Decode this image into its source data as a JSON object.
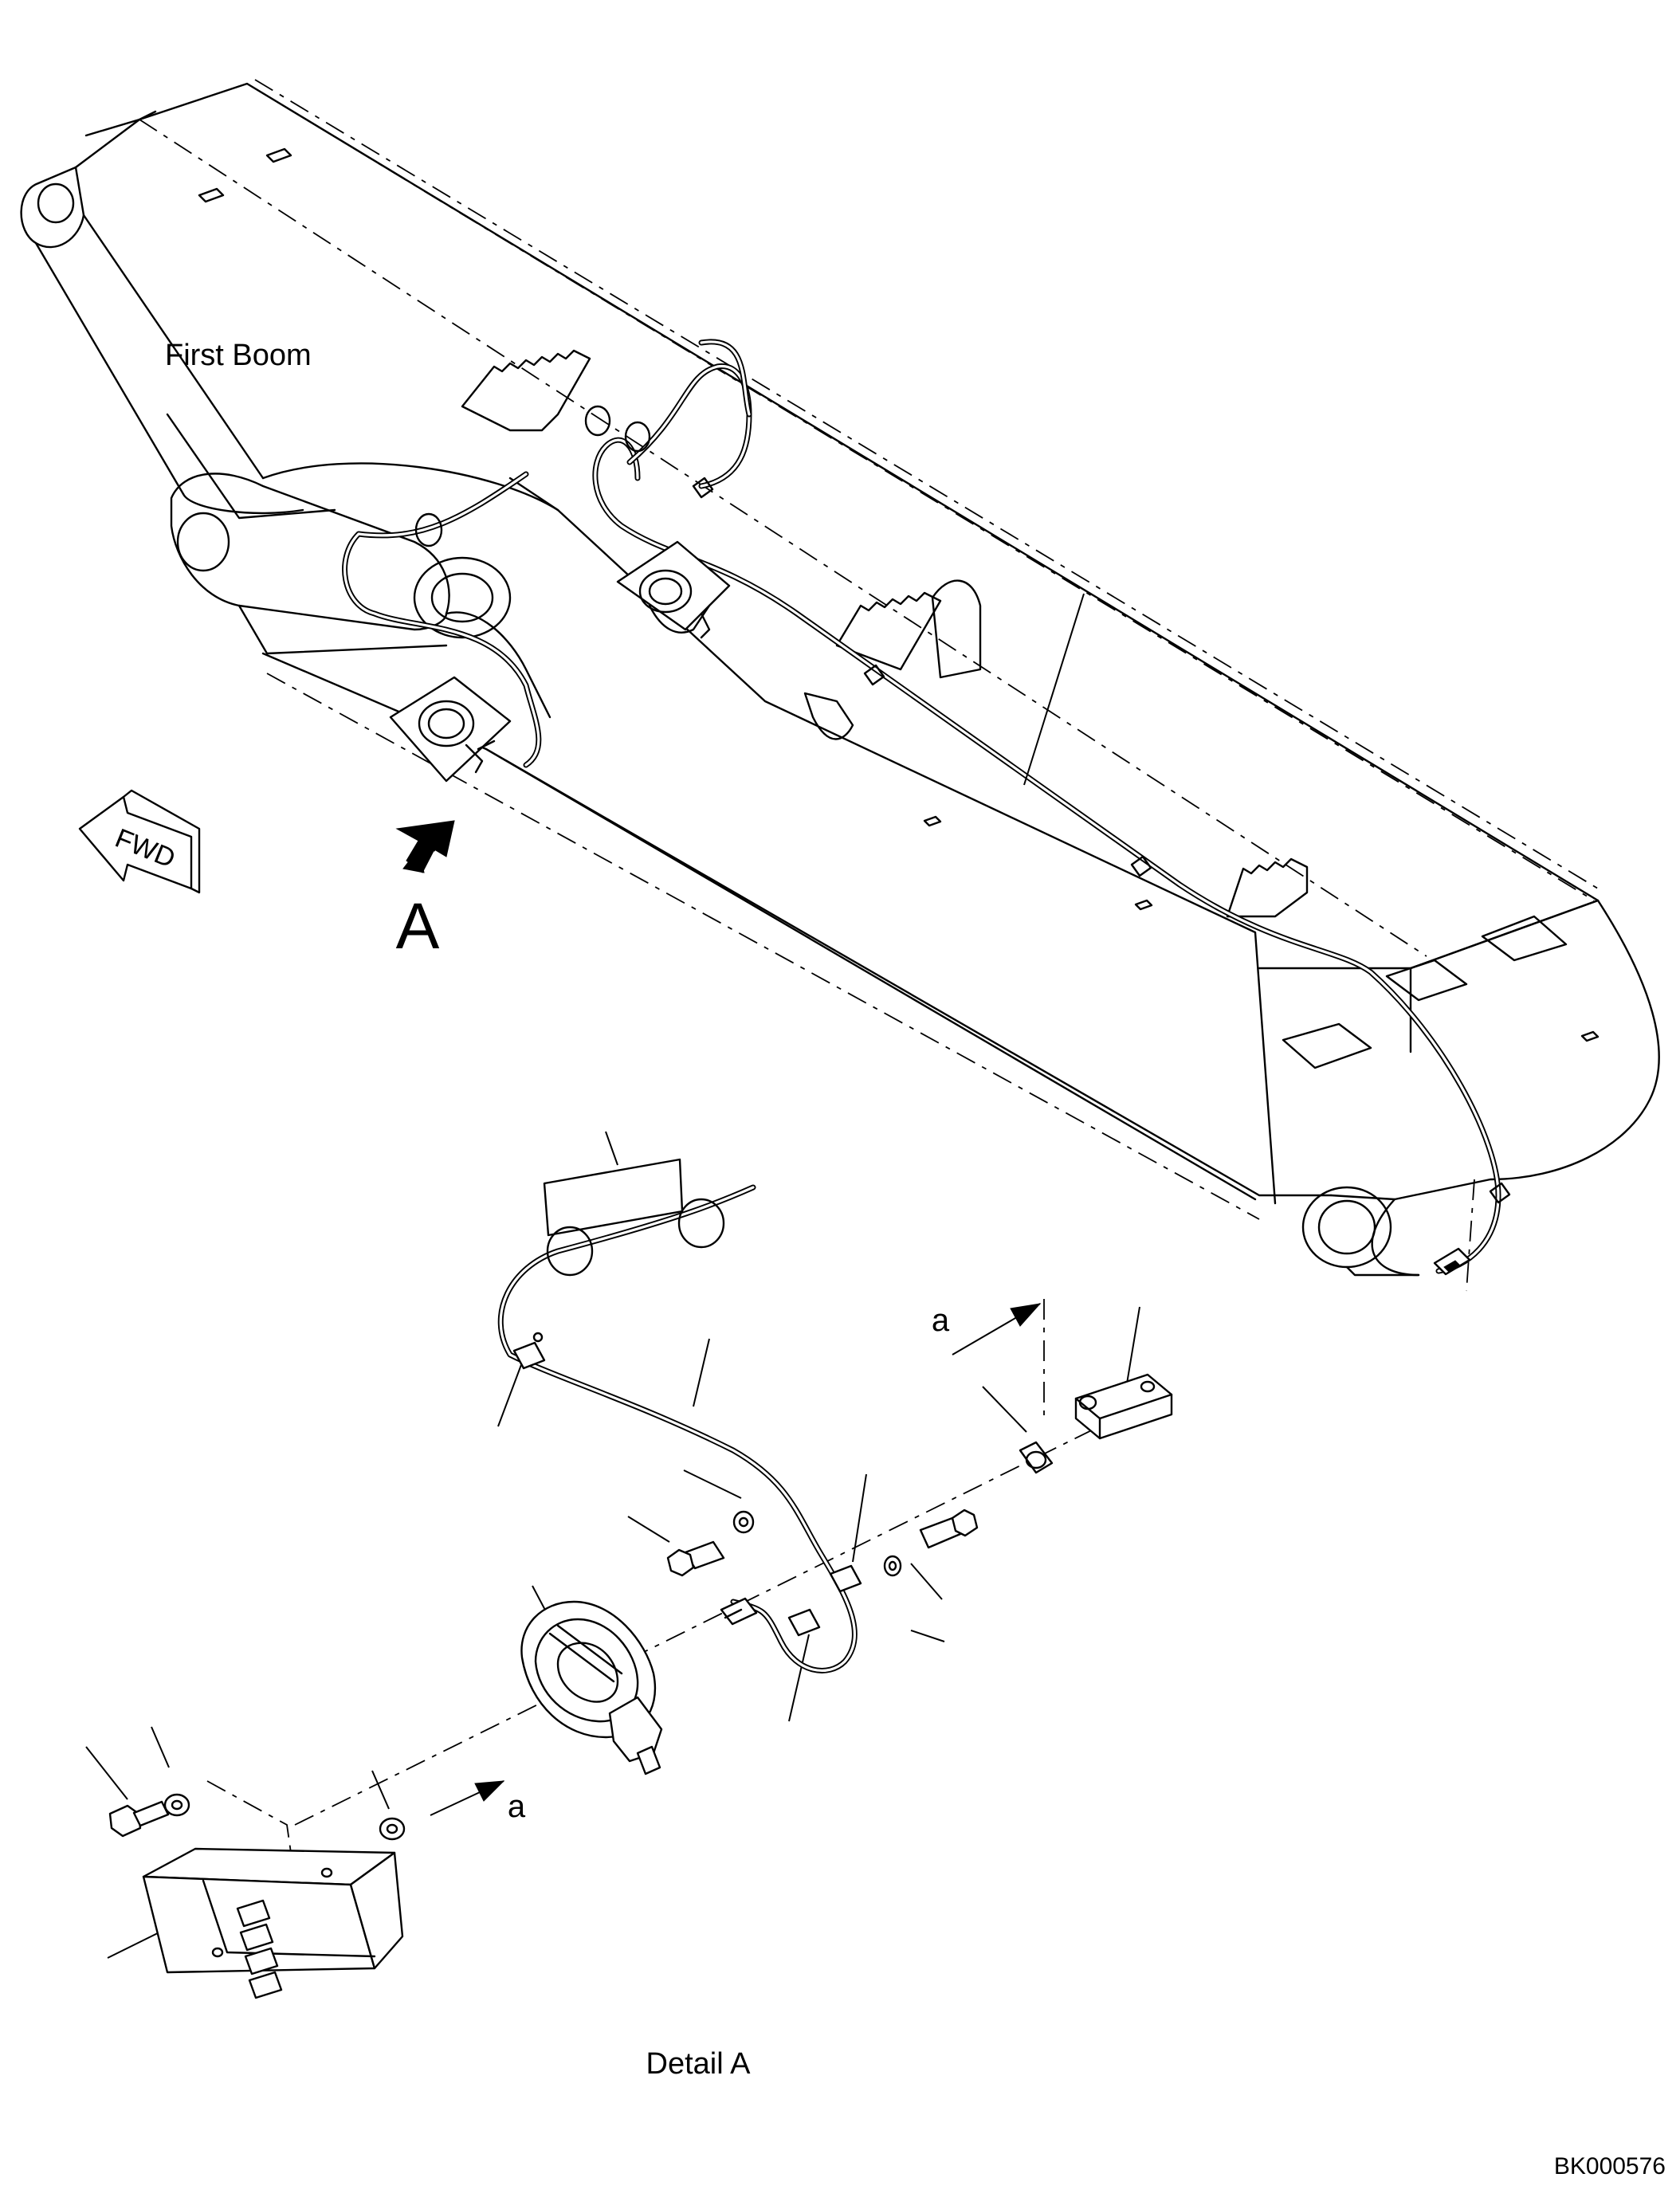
{
  "labels": {
    "first_boom": "First Boom",
    "fwd": "FWD",
    "view_a": "A",
    "detail_a": "Detail A",
    "ref_a_upper": "a",
    "ref_a_lower": "a",
    "drawing_number": "BK000576"
  }
}
